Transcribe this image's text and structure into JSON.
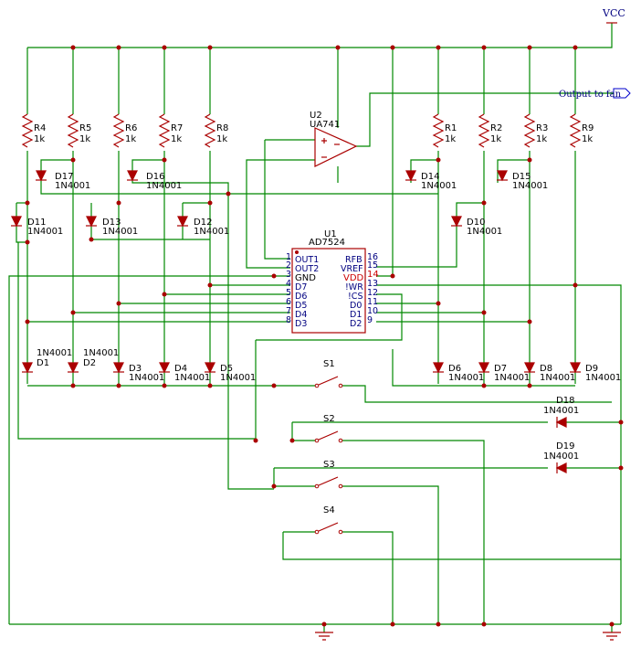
{
  "power": {
    "vcc": "VCC",
    "output_port": "Output to fan"
  },
  "ic": {
    "ref": "U1",
    "value": "AD7524",
    "left_pins": [
      {
        "num": "1",
        "name": "OUT1"
      },
      {
        "num": "2",
        "name": "OUT2"
      },
      {
        "num": "3",
        "name": "GND"
      },
      {
        "num": "4",
        "name": "D7"
      },
      {
        "num": "5",
        "name": "D6"
      },
      {
        "num": "6",
        "name": "D5"
      },
      {
        "num": "7",
        "name": "D4"
      },
      {
        "num": "8",
        "name": "D3"
      }
    ],
    "right_pins": [
      {
        "num": "16",
        "name": "RFB"
      },
      {
        "num": "15",
        "name": "VREF"
      },
      {
        "num": "14",
        "name": "VDD"
      },
      {
        "num": "13",
        "name": "!WR"
      },
      {
        "num": "12",
        "name": "!CS"
      },
      {
        "num": "11",
        "name": "D0"
      },
      {
        "num": "10",
        "name": "D1"
      },
      {
        "num": "9",
        "name": "D2"
      }
    ]
  },
  "opamp": {
    "ref": "U2",
    "value": "UA741"
  },
  "resistors": [
    {
      "ref": "R4",
      "value": "1k"
    },
    {
      "ref": "R5",
      "value": "1k"
    },
    {
      "ref": "R6",
      "value": "1k"
    },
    {
      "ref": "R7",
      "value": "1k"
    },
    {
      "ref": "R8",
      "value": "1k"
    },
    {
      "ref": "R1",
      "value": "1k"
    },
    {
      "ref": "R2",
      "value": "1k"
    },
    {
      "ref": "R3",
      "value": "1k"
    },
    {
      "ref": "R9",
      "value": "1k"
    }
  ],
  "diodes": [
    {
      "ref": "D17",
      "value": "1N4001"
    },
    {
      "ref": "D16",
      "value": "1N4001"
    },
    {
      "ref": "D11",
      "value": "1N4001"
    },
    {
      "ref": "D13",
      "value": "1N4001"
    },
    {
      "ref": "D12",
      "value": "1N4001"
    },
    {
      "ref": "D14",
      "value": "1N4001"
    },
    {
      "ref": "D15",
      "value": "1N4001"
    },
    {
      "ref": "D10",
      "value": "1N4001"
    },
    {
      "ref": "D1",
      "value": "1N4001"
    },
    {
      "ref": "D2",
      "value": "1N4001"
    },
    {
      "ref": "D3",
      "value": "1N4001"
    },
    {
      "ref": "D4",
      "value": "1N4001"
    },
    {
      "ref": "D5",
      "value": "1N4001"
    },
    {
      "ref": "D6",
      "value": "1N4001"
    },
    {
      "ref": "D7",
      "value": "1N4001"
    },
    {
      "ref": "D8",
      "value": "1N4001"
    },
    {
      "ref": "D9",
      "value": "1N4001"
    },
    {
      "ref": "D18",
      "value": "1N4001"
    },
    {
      "ref": "D19",
      "value": "1N4001"
    }
  ],
  "switches": [
    {
      "ref": "S1"
    },
    {
      "ref": "S2"
    },
    {
      "ref": "S3"
    },
    {
      "ref": "S4"
    }
  ]
}
